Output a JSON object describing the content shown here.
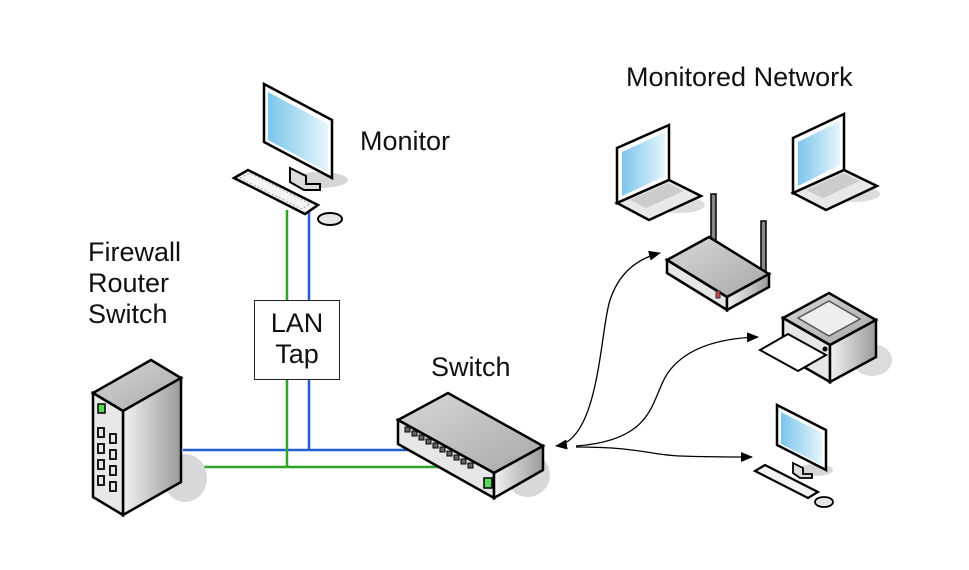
{
  "diagram": {
    "title": "Monitored Network",
    "nodes": {
      "monitor": {
        "label": "Monitor",
        "icon": "desktop-computer-icon"
      },
      "firewall": {
        "label_lines": [
          "Firewall",
          "Router",
          "Switch"
        ],
        "icon": "tower-switch-icon"
      },
      "lan_tap": {
        "label_lines": [
          "LAN",
          "Tap"
        ]
      },
      "switch": {
        "label": "Switch",
        "icon": "network-switch-icon"
      },
      "laptop_1": {
        "icon": "laptop-icon"
      },
      "laptop_2": {
        "icon": "laptop-icon"
      },
      "wireless_router": {
        "icon": "wireless-router-icon"
      },
      "printer": {
        "icon": "printer-icon"
      },
      "desktop": {
        "icon": "desktop-computer-icon"
      }
    },
    "connections": [
      {
        "from": "firewall",
        "to": "switch",
        "color": "#1f5fcf",
        "via": "lan_tap"
      },
      {
        "from": "firewall",
        "to": "switch",
        "color": "#2aa52a",
        "via": "lan_tap"
      },
      {
        "from": "lan_tap",
        "to": "monitor",
        "color": "#1f5fcf"
      },
      {
        "from": "lan_tap",
        "to": "monitor",
        "color": "#2aa52a"
      },
      {
        "from": "switch",
        "to": "wireless_router",
        "style": "arrow"
      },
      {
        "from": "switch",
        "to": "printer",
        "style": "arrow"
      },
      {
        "from": "switch",
        "to": "desktop",
        "style": "arrow"
      }
    ],
    "colors": {
      "blue_link": "#1f5fcf",
      "green_link": "#2aa52a",
      "screen": "#8fd0f0",
      "led": "#5bd65b"
    }
  }
}
